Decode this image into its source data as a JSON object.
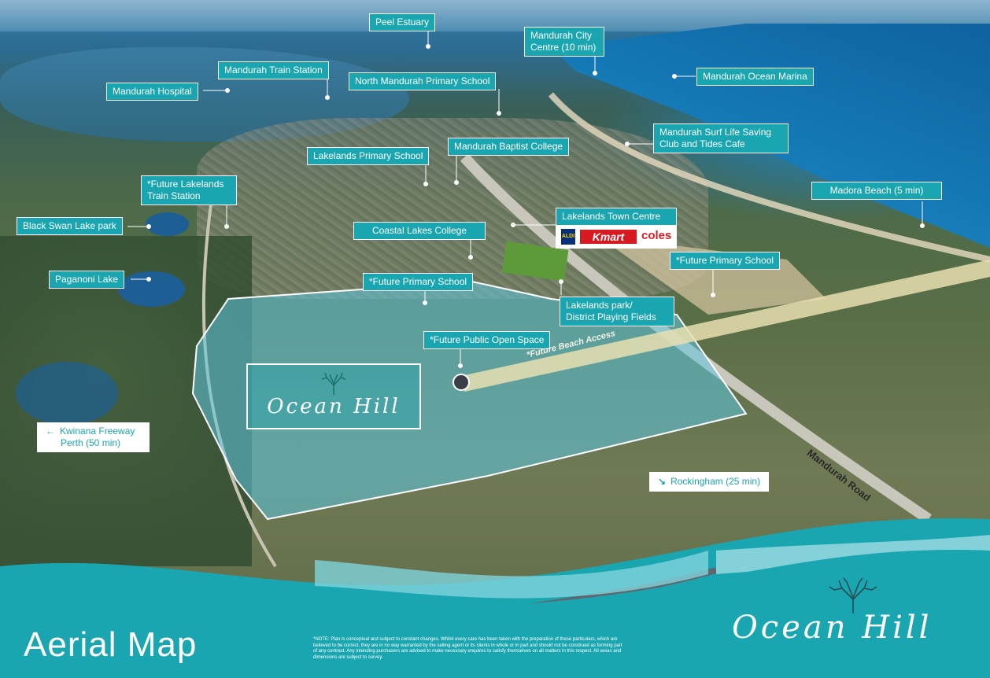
{
  "colors": {
    "label_bg": "#1aa6b0",
    "label_text": "#ffffff",
    "site_overlay": "#5ec6e0",
    "footer_wave": "#1aa6b0"
  },
  "labels": {
    "peel_estuary": "Peel Estuary",
    "mandurah_city_line1": "Mandurah City",
    "mandurah_city_line2": "Centre (10 min)",
    "mandurah_ocean_marina": "Mandurah Ocean Marina",
    "mandurah_train_station": "Mandurah Train Station",
    "mandurah_hospital": "Mandurah Hospital",
    "north_mandurah_primary": "North Mandurah Primary School",
    "surf_club_line1": "Mandurah Surf Life Saving",
    "surf_club_line2": "Club and Tides Cafe",
    "lakelands_primary": "Lakelands Primary School",
    "mandurah_baptist": "Mandurah Baptist College",
    "future_lakelands_line1": "*Future Lakelands",
    "future_lakelands_line2": "Train Station",
    "madora_beach": "Madora Beach (5 min)",
    "black_swan_lake": "Black Swan Lake park",
    "lakelands_town_centre": "Lakelands Town Centre",
    "coastal_lakes_college": "Coastal Lakes College",
    "future_primary_east": "*Future Primary School",
    "paganoni_lake": "Paganoni Lake",
    "future_primary_west": "*Future Primary School",
    "lakelands_park_line1": "Lakelands park/",
    "lakelands_park_line2": "District Playing Fields",
    "future_open_space": "*Future Public Open Space",
    "kwinana_line1": "Kwinana Freeway",
    "kwinana_line2": "Perth  (50 min)",
    "rockingham": "Rockingham (25 min)",
    "future_beach_access": "*Future Beach Access",
    "mandurah_road": "Mandurah Road"
  },
  "retail": {
    "aldi": "ALDI",
    "kmart": "Kmart",
    "coles": "coles"
  },
  "icons": {
    "left_arrow": "←",
    "down_right_arrow": "↘"
  },
  "brand": {
    "name": "Ocean Hill"
  },
  "footer": {
    "title": "Aerial Map",
    "disclaimer": "*NOTE: Plan is conceptual and subject to constant changes. Whilst every care has been taken with the preparation of these particulars, which are believed to be correct, they are in no way warranted by the selling agent or its clients in whole or in part and should not be construed as forming part of any contract. Any intending purchasers are advised to make necessary enquires to satisfy themselves on all matters in this respect. All areas and dimensions are subject to survey.",
    "brand": "Ocean Hill"
  }
}
